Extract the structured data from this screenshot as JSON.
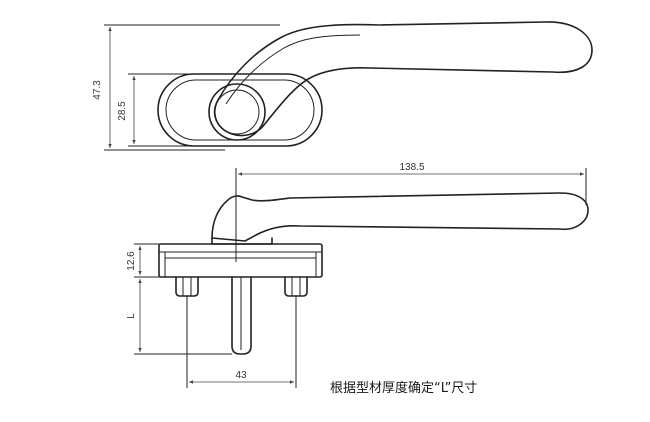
{
  "dimensions": {
    "height_total": "47.3",
    "base_height": "28.5",
    "handle_length": "138.5",
    "base_thickness": "12.6",
    "spindle_length": "L",
    "hole_spacing": "43"
  },
  "note": "根据型材厚度确定“L”尺寸",
  "colors": {
    "line": "#222222",
    "dimension": "#444444",
    "background": "#ffffff"
  }
}
